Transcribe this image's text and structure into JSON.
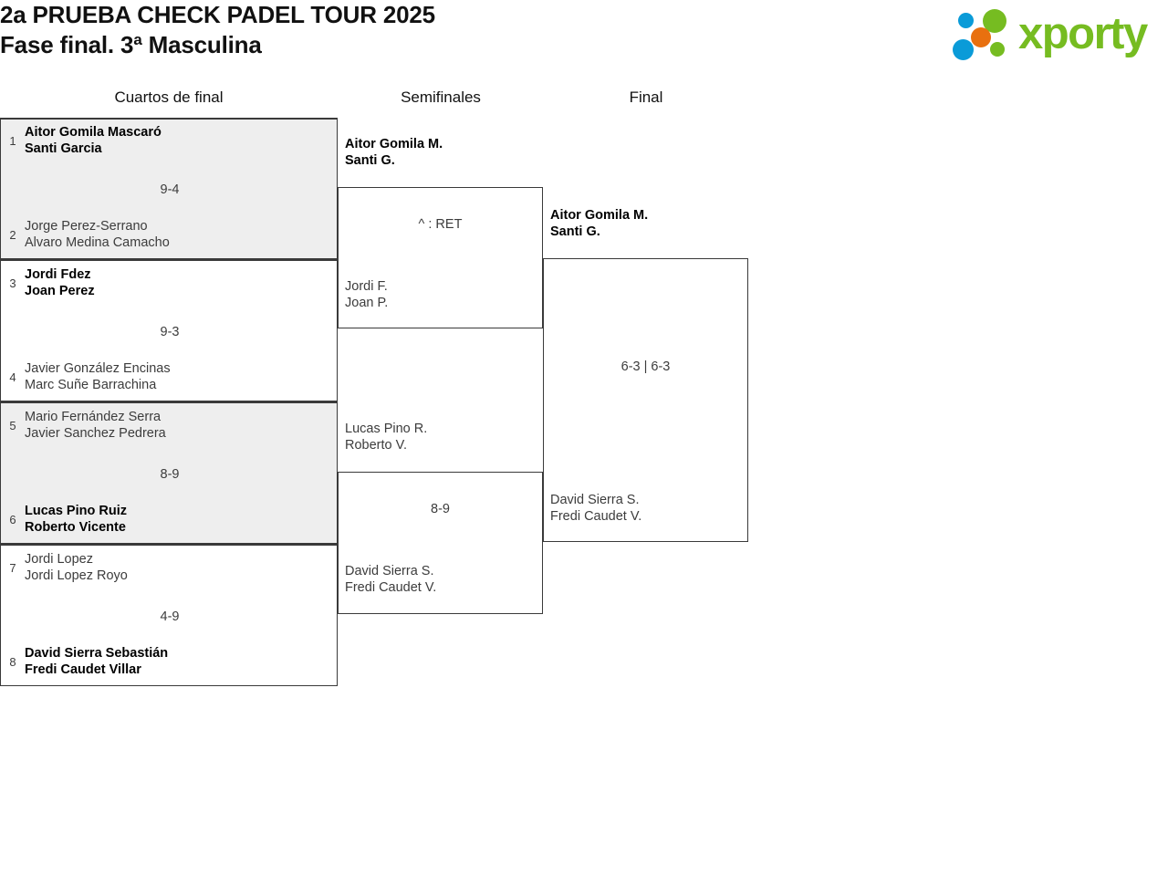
{
  "header": {
    "title_line1": "2a PRUEBA CHECK PADEL TOUR 2025",
    "title_line2": "Fase final. 3ª Masculina"
  },
  "logo": {
    "word": "xporty",
    "green": "#76bc21",
    "blue": "#0a9bd8",
    "orange": "#e8700f"
  },
  "columns": [
    {
      "label": "Cuartos de final"
    },
    {
      "label": "Semifinales"
    },
    {
      "label": "Final"
    }
  ],
  "bracket": {
    "quarterfinals": [
      {
        "score": "9-4",
        "top": {
          "seed": "1",
          "p1": "Aitor Gomila Mascaró",
          "p2": "Santi Garcia",
          "winner": true
        },
        "bottom": {
          "seed": "2",
          "p1": "Jorge Perez-Serrano",
          "p2": "Alvaro Medina Camacho",
          "winner": false
        }
      },
      {
        "score": "9-3",
        "top": {
          "seed": "3",
          "p1": "Jordi Fdez",
          "p2": "Joan Perez",
          "winner": true
        },
        "bottom": {
          "seed": "4",
          "p1": "Javier González Encinas",
          "p2": "Marc Suñe Barrachina",
          "winner": false
        }
      },
      {
        "score": "8-9",
        "top": {
          "seed": "5",
          "p1": "Mario Fernández Serra",
          "p2": "Javier Sanchez Pedrera",
          "winner": false
        },
        "bottom": {
          "seed": "6",
          "p1": "Lucas Pino Ruiz",
          "p2": "Roberto Vicente",
          "winner": true
        }
      },
      {
        "score": "4-9",
        "top": {
          "seed": "7",
          "p1": "Jordi Lopez",
          "p2": "Jordi Lopez Royo",
          "winner": false
        },
        "bottom": {
          "seed": "8",
          "p1": "David Sierra Sebastián",
          "p2": "Fredi Caudet Villar",
          "winner": true
        }
      }
    ],
    "semifinals": [
      {
        "score": "^ : RET",
        "top": {
          "p1": "Aitor Gomila M.",
          "p2": "Santi G.",
          "winner": true
        },
        "bottom": {
          "p1": "Jordi F.",
          "p2": "Joan P.",
          "winner": false
        }
      },
      {
        "score": "8-9",
        "top": {
          "p1": "Lucas Pino R.",
          "p2": "Roberto V.",
          "winner": false
        },
        "bottom": {
          "p1": "David Sierra S.",
          "p2": "Fredi Caudet V.",
          "winner": true
        }
      }
    ],
    "final": [
      {
        "score": "6-3 | 6-3",
        "top": {
          "p1": "Aitor Gomila M.",
          "p2": "Santi G.",
          "winner": true
        },
        "bottom": {
          "p1": "David Sierra S.",
          "p2": "Fredi Caudet V.",
          "winner": false
        }
      }
    ]
  }
}
